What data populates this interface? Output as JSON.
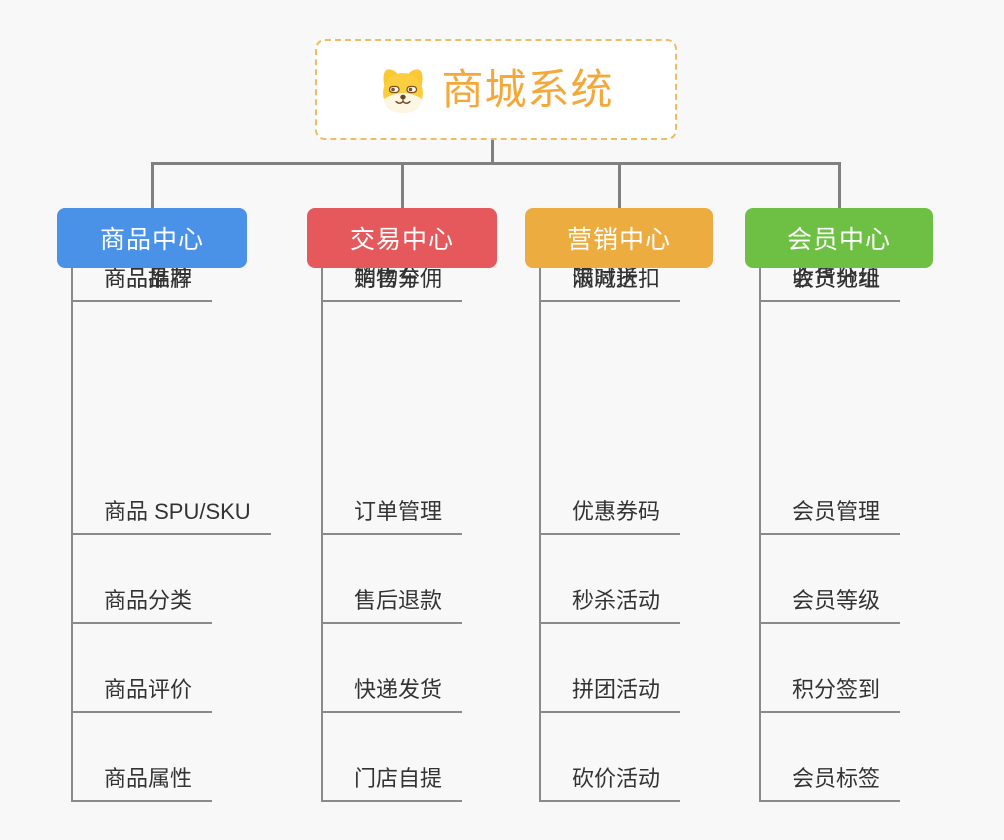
{
  "app": {
    "background_color": "#f8f8f8",
    "connector_color": "#808080",
    "branch_line_color": "#8a8a8a"
  },
  "root": {
    "title": "商城系统",
    "icon": "dog-face-icon",
    "text_color": "#f5a83a",
    "border_color": "#f0bc62"
  },
  "branches": [
    {
      "label": "商品中心",
      "color": "#4a91e8",
      "items": [
        "商品 SPU/SKU",
        "商品分类",
        "商品评价",
        "商品属性",
        "商品推荐",
        "商品品牌"
      ]
    },
    {
      "label": "交易中心",
      "color": "#e5585b",
      "items": [
        "订单管理",
        "售后退款",
        "快递发货",
        "门店自提",
        "购物车",
        "销售分佣"
      ]
    },
    {
      "label": "营销中心",
      "color": "#edac40",
      "items": [
        "优惠券码",
        "秒杀活动",
        "拼团活动",
        "砍价活动",
        "限时折扣",
        "满减送"
      ]
    },
    {
      "label": "会员中心",
      "color": "#6dc044",
      "items": [
        "会员管理",
        "会员等级",
        "积分签到",
        "会员标签",
        "会员分组",
        "收货地址"
      ]
    }
  ]
}
